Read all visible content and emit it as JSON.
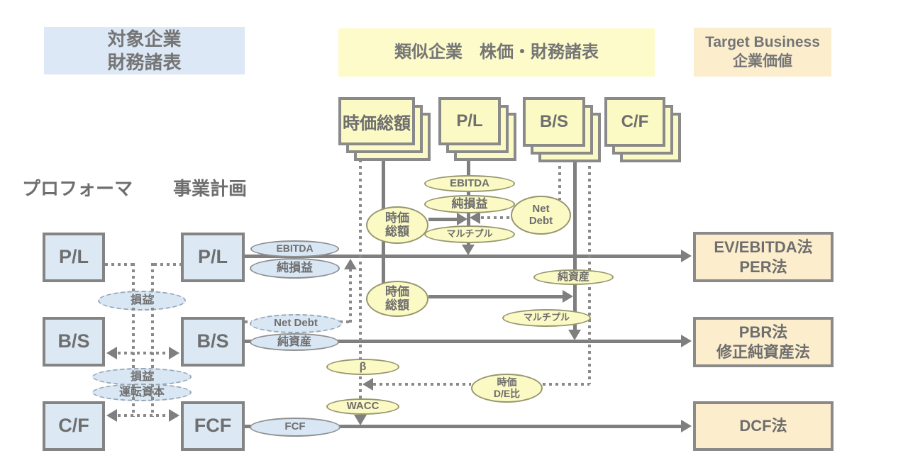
{
  "colors": {
    "line_gray": "#7f7f7f",
    "text_gray": "#6e6e6e",
    "blue_fill": "#dce9f5",
    "yellow_fill": "#fbf9c4",
    "orange_fill": "#fceecd",
    "border_gray": "#8a8a8a"
  },
  "headers": {
    "target_company": {
      "line1": "対象企業",
      "line2": "財務諸表"
    },
    "comparables": "類似企業　株価・財務諸表",
    "target_value": {
      "line1": "Target Business",
      "line2": "企業価値"
    }
  },
  "column_labels": {
    "proforma": "プロフォーマ",
    "business_plan": "事業計画"
  },
  "cards": {
    "market_cap": "時価総額",
    "pl": "P/L",
    "bs": "B/S",
    "cf": "C/F"
  },
  "proforma_boxes": {
    "pl": "P/L",
    "bs": "B/S",
    "cf": "C/F"
  },
  "plan_boxes": {
    "pl": "P/L",
    "bs": "B/S",
    "fcf": "FCF"
  },
  "method_boxes": {
    "ev_ebitda": {
      "line1": "EV/EBITDA法",
      "line2": "PER法"
    },
    "pbr": {
      "line1": "PBR法",
      "line2": "修正純資産法"
    },
    "dcf": {
      "line1": "DCF法"
    }
  },
  "yellow_ellipses": {
    "ebitda": "EBITDA",
    "net_income": "純損益",
    "net_debt": {
      "line1": "Net",
      "line2": "Debt"
    },
    "market_cap_1": {
      "line1": "時価",
      "line2": "総額"
    },
    "multiple_1": "マルチプル",
    "net_assets": "純資産",
    "market_cap_2": {
      "line1": "時価",
      "line2": "総額"
    },
    "multiple_2": "マルチプル",
    "beta": "β",
    "market_de": {
      "line1": "時価",
      "line2": "D/E比"
    },
    "wacc": "WACC"
  },
  "blue_ellipses": {
    "ebitda": "EBITDA",
    "net_income": "純損益",
    "pnl_1": "損益",
    "net_debt": "Net Debt",
    "net_assets": "純資産",
    "pnl_2": "損益",
    "working_capital": "運転資本",
    "fcf": "FCF"
  }
}
